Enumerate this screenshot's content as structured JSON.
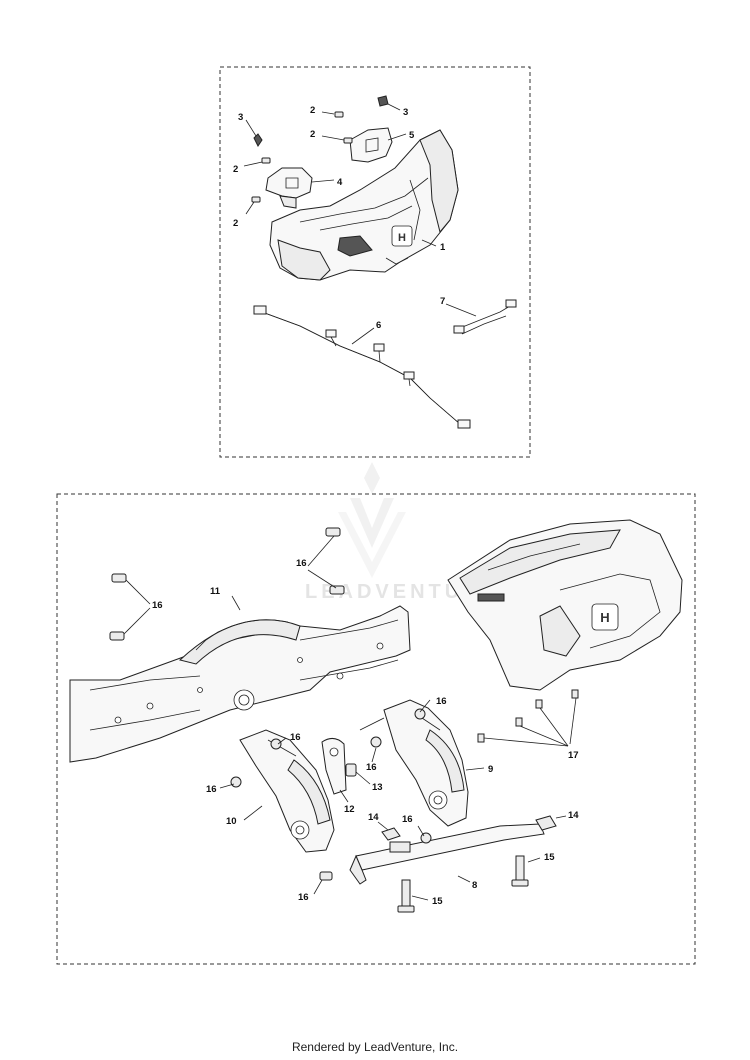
{
  "footer": "Rendered by LeadVenture, Inc.",
  "watermark": "LEADVENTURE",
  "callouts": {
    "c1": "1",
    "c2a": "2",
    "c2b": "2",
    "c2c": "2",
    "c2d": "2",
    "c3a": "3",
    "c3b": "3",
    "c4": "4",
    "c5": "5",
    "c6": "6",
    "c7": "7",
    "c8": "8",
    "c9": "9",
    "c10": "10",
    "c11": "11",
    "c12": "12",
    "c13": "13",
    "c14a": "14",
    "c14b": "14",
    "c15a": "15",
    "c15b": "15",
    "c16a": "16",
    "c16b": "16",
    "c16c": "16",
    "c16d": "16",
    "c16e": "16",
    "c16f": "16",
    "c16g": "16",
    "c16h": "16",
    "c17": "17"
  }
}
